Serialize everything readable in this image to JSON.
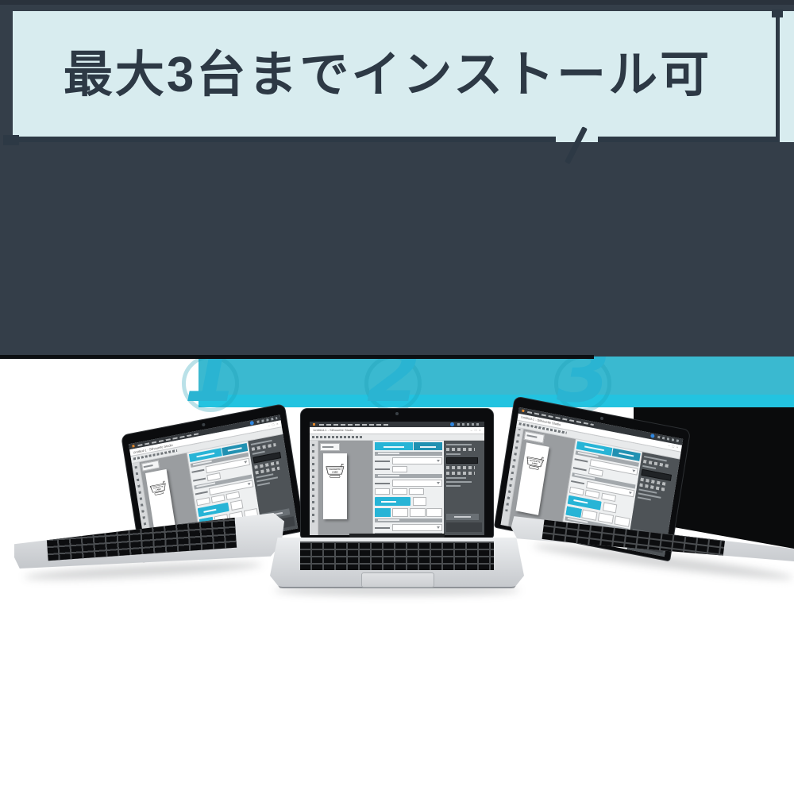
{
  "banner": {
    "text": "最大3台までインストール可",
    "bg_color": "#d8ecef",
    "text_color": "#2d3945",
    "accent_color": "#2d3945"
  },
  "section": {
    "top_bg": "#343e49",
    "page_bg": "#ffffff"
  },
  "steps": {
    "digits": [
      "1",
      "2",
      "3"
    ],
    "band_top_color": "#3ab9d0",
    "band_bottom_color": "#23c3e0",
    "digit_color": "#2ab4d2"
  },
  "laptops": [
    {
      "position": "left"
    },
    {
      "position": "center"
    },
    {
      "position": "right"
    }
  ],
  "laptop_screen": {
    "window_title": "Untitled-1 - Silhouette Studio",
    "controls": {
      "minimize": "–",
      "maximize": "□",
      "close": "×"
    },
    "logo": {
      "line1": "SILHOUETTE",
      "line2": "LABO"
    },
    "colors": {
      "menubar": "#33373b",
      "titlebar": "#ffffff",
      "toolbar": "#e8eaeb",
      "canvas": "#9a9da0",
      "panel": "#eef0f1",
      "sidebar": "#4e5357",
      "accent": "#27b4d6",
      "accent_dark": "#2191b2",
      "sync_blue": "#2e86e0"
    }
  }
}
